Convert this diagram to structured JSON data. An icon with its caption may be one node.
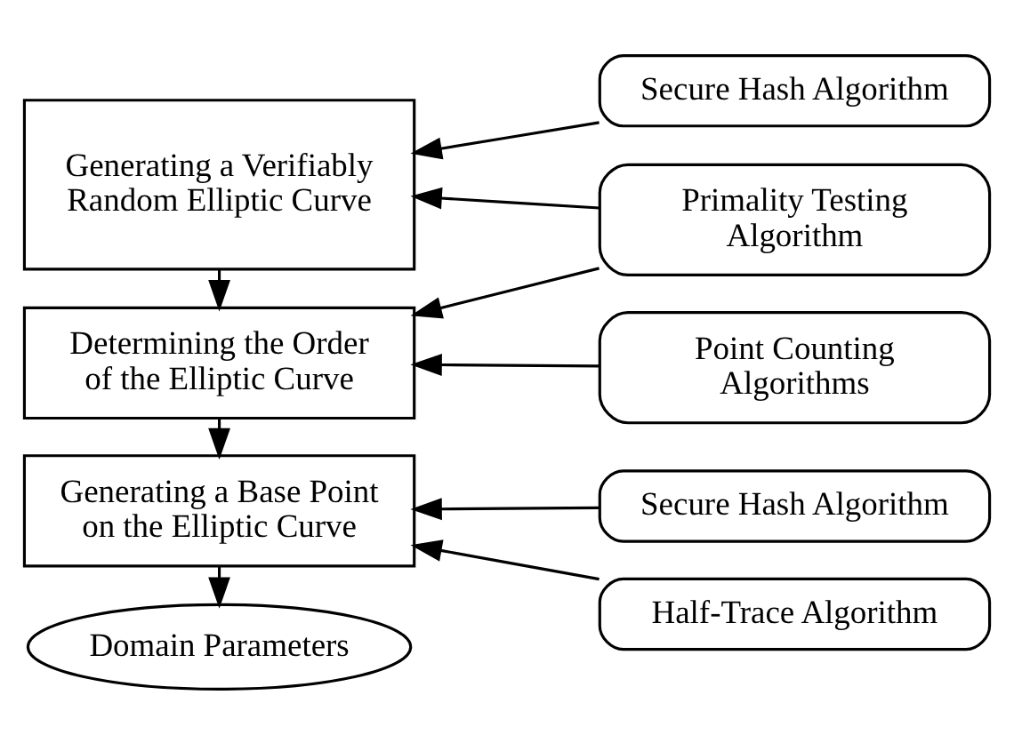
{
  "diagram": {
    "nodes": [
      {
        "text": [
          "Generating a Verifiably Random Elliptic Curve"
        ]
      },
      {
        "text": [
          "Secure Hash Algorithm"
        ]
      },
      {
        "text": [
          "Primality Testing Algorithm"
        ]
      },
      {
        "text": [
          "Determining the Order of the Elliptic Curve"
        ]
      },
      {
        "text": [
          "Point Counting Algorithms"
        ]
      },
      {
        "text": [
          "Generating a Base Point on the Elliptic Curve"
        ]
      },
      {
        "text": [
          "Secure Hash Algorithm"
        ]
      },
      {
        "text": [
          "Half-Trace Algorithm"
        ]
      },
      {
        "text": [
          "Domain Parameters"
        ]
      }
    ],
    "edges": [
      {
        "from": 1,
        "to": 0,
        "arrow": "to"
      },
      {
        "from": 2,
        "to": 0,
        "arrow": "to"
      },
      {
        "from": 2,
        "to": 3,
        "arrow": "to"
      },
      {
        "from": 0,
        "to": 3,
        "arrow": "to"
      },
      {
        "from": 4,
        "to": 3,
        "arrow": "to"
      },
      {
        "from": 3,
        "to": 5,
        "arrow": "to"
      },
      {
        "from": 6,
        "to": 5,
        "arrow": "to"
      },
      {
        "from": 7,
        "to": 5,
        "arrow": "to"
      },
      {
        "from": 5,
        "to": 8,
        "arrow": "to"
      }
    ]
  }
}
